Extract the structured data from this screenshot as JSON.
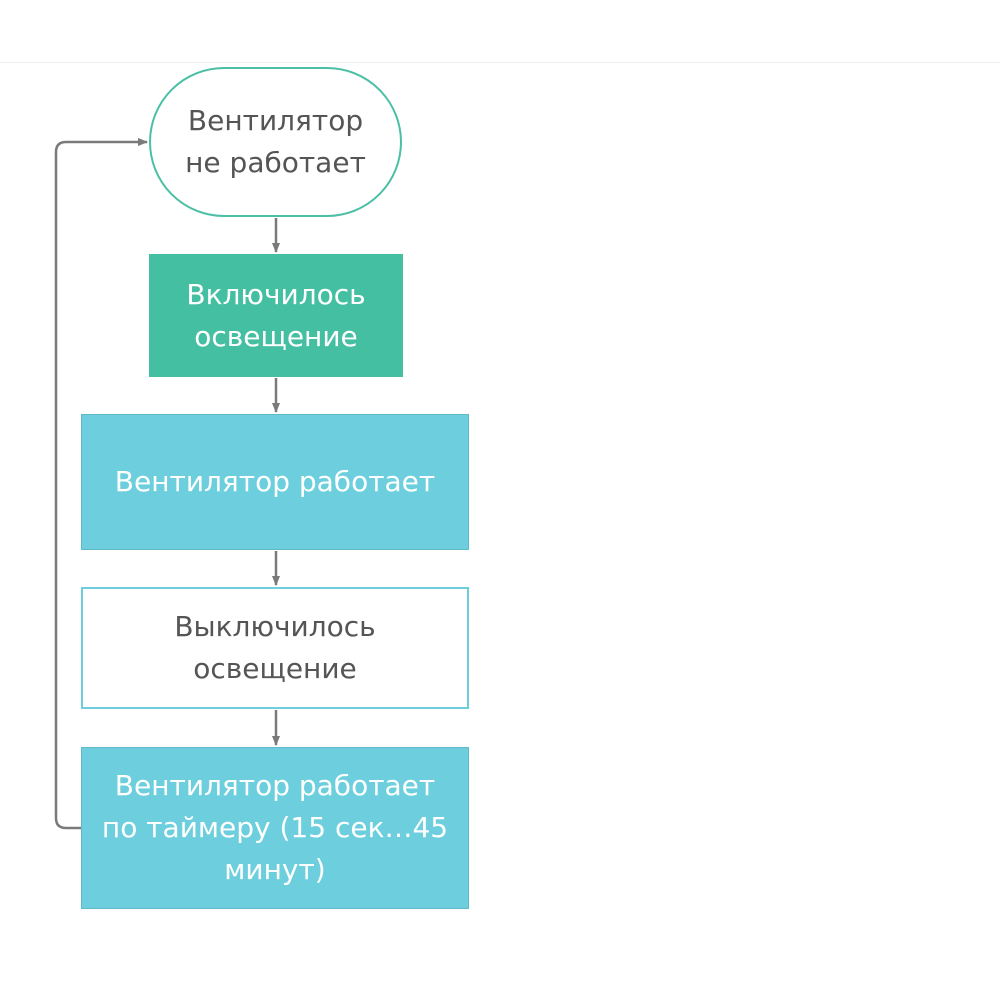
{
  "colors": {
    "connector": "#7a7a7a",
    "start_border": "#4bbfa6",
    "teal_green": "#45bfa2",
    "light_blue": "#6dcfdd",
    "dark_text": "#555555",
    "light_text": "#ffffff"
  },
  "nodes": {
    "start": {
      "line1": "Вентилятор",
      "line2": "не работает"
    },
    "light_on": {
      "line1": "Включилось",
      "line2": "освещение"
    },
    "fan_on": {
      "line1": "Вентилятор работает"
    },
    "light_off": {
      "line1": "Выключилось",
      "line2": "освещение"
    },
    "fan_timer": {
      "line1": "Вентилятор работает",
      "line2": "по таймеру (15 сек…45",
      "line3": "минут)"
    }
  },
  "edges": [
    {
      "from": "start",
      "to": "light_on"
    },
    {
      "from": "light_on",
      "to": "fan_on"
    },
    {
      "from": "fan_on",
      "to": "light_off"
    },
    {
      "from": "light_off",
      "to": "fan_timer"
    },
    {
      "from": "fan_timer",
      "to": "start"
    }
  ]
}
